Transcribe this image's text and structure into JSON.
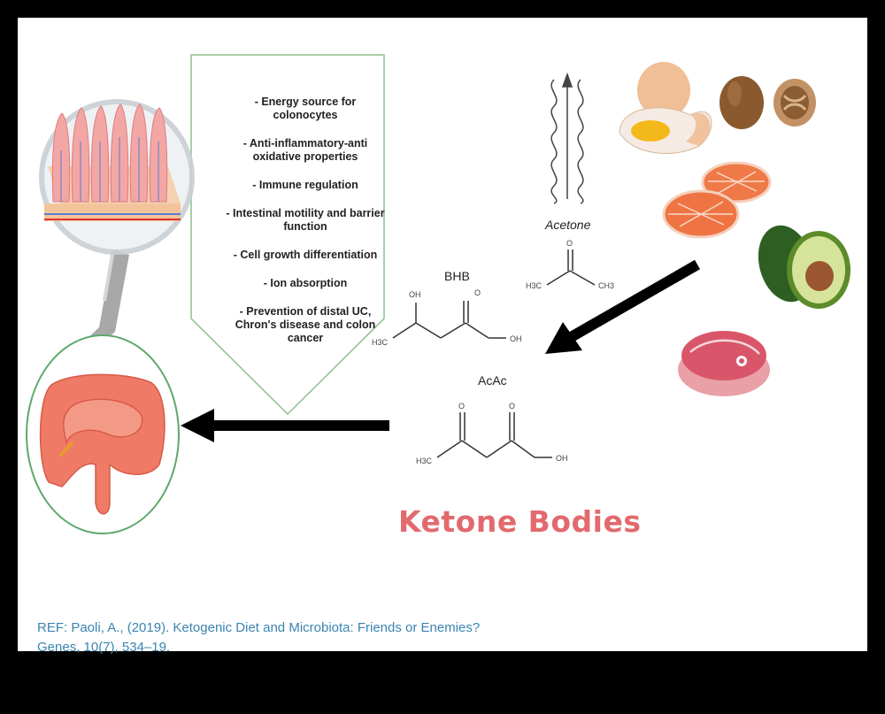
{
  "benefits": [
    "- Energy source for colonocytes",
    "- Anti-inflammatory-anti oxidative properties",
    "- Immune regulation",
    "- Intestinal motility and barrier function",
    "- Cell growth differentiation",
    "- Ion absorption",
    "- Prevention of distal UC, Chron's disease and colon cancer"
  ],
  "molecules": {
    "acetone": "Acetone",
    "bhb": "BHB",
    "acac": "AcAc"
  },
  "atoms": {
    "o": "O",
    "oh": "OH",
    "h3c": "H3C",
    "ch3": "CH3"
  },
  "title": "Ketone Bodies",
  "reference": {
    "line1": "REF: Paoli, A.,  (2019). Ketogenic Diet and Microbiota: Friends or Enemies?",
    "line2": "Genes, 10(7), 534–19."
  },
  "colors": {
    "title": "#e26a6e",
    "reference": "#3b84b0",
    "pentagon_border": "#8cc08c",
    "circle_border": "#5ea86a",
    "intestine": "#ef7b66"
  },
  "icons": [
    "intestinal-villi",
    "magnifying-glass",
    "intestine",
    "egg",
    "walnut",
    "salmon",
    "avocado",
    "meat",
    "arrow-left",
    "arrow-down-left",
    "wavy-lines-up-arrow"
  ]
}
